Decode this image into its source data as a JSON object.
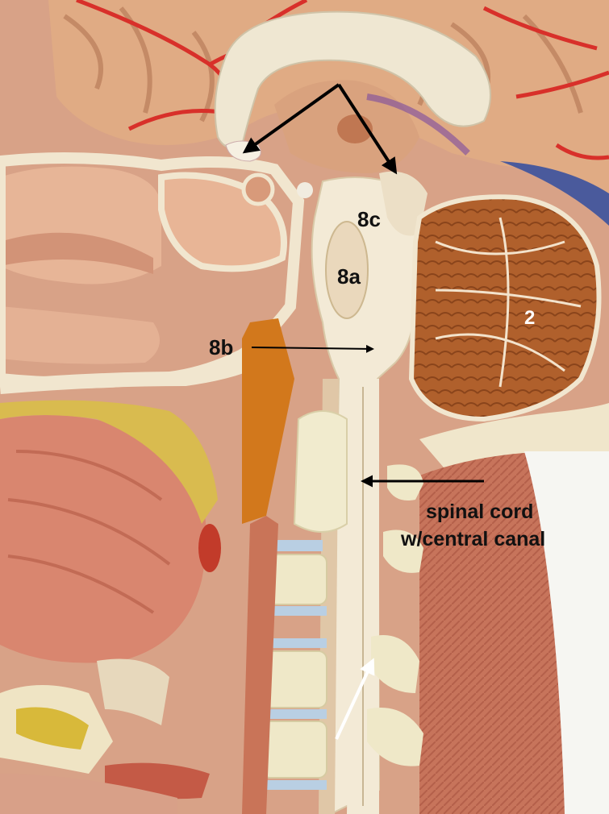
{
  "labels": {
    "label_8c": "8c",
    "label_8a": "8a",
    "label_8b": "8b",
    "label_2": "2",
    "spinal_line1": "spinal cord",
    "spinal_line2": "w/central canal"
  },
  "colors": {
    "label_dark": "#111111",
    "label_light": "#ffffff",
    "arrow_dark": "#000000",
    "arrow_light": "#ffffff"
  }
}
